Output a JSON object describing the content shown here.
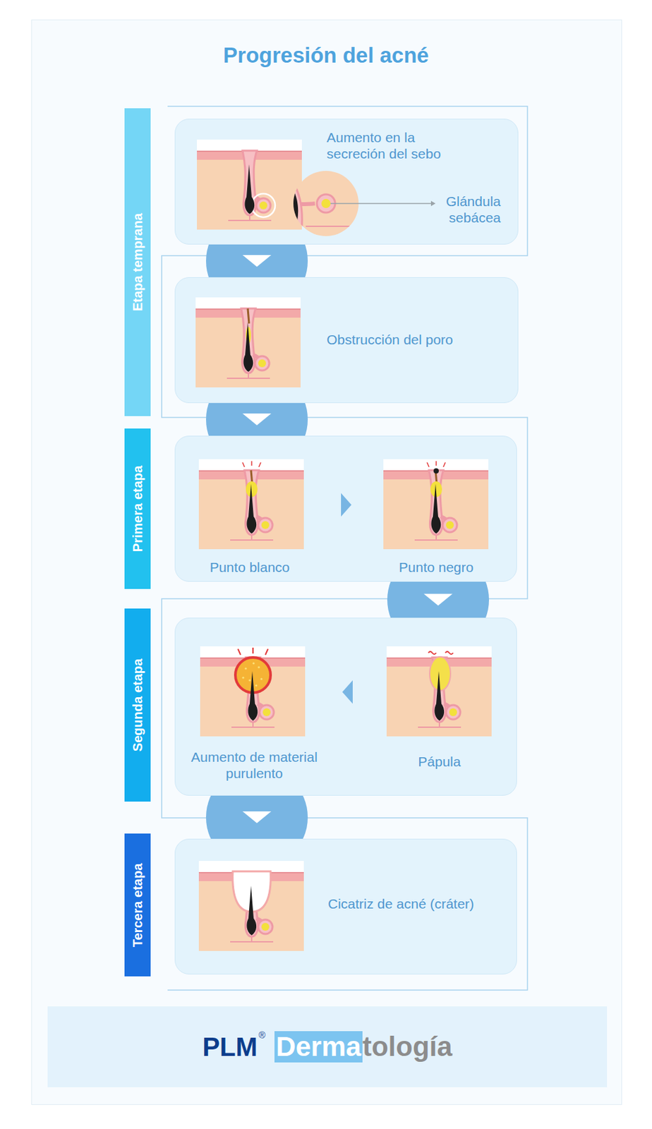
{
  "diagram": {
    "title": "Progresión del acné",
    "nodes": [
      {
        "text": [
          "Etapa temprana"
        ]
      },
      {
        "text": [
          "Aumento en la secreción del sebo",
          "Glándula sebácea"
        ]
      },
      {
        "text": [
          "Obstrucción del poro"
        ]
      },
      {
        "text": [
          "Primera etapa"
        ]
      },
      {
        "text": [
          "Punto blanco",
          "Punto negro"
        ]
      },
      {
        "text": [
          "Segunda etapa"
        ]
      },
      {
        "text": [
          "Aumento de material purulento",
          "Pápula"
        ]
      },
      {
        "text": [
          "Tercera etapa"
        ]
      },
      {
        "text": [
          "Cicatriz de acné (cráter)"
        ]
      },
      {
        "text": [
          "PLM",
          "®",
          "Derma",
          "tología"
        ]
      }
    ],
    "edges": [
      {
        "from": 1,
        "to": 2,
        "arrow": "to"
      },
      {
        "from": 2,
        "to": 4,
        "arrow": "to"
      },
      {
        "from": 4,
        "to": 6,
        "arrow": "to"
      },
      {
        "from": 6,
        "to": 8,
        "arrow": "to"
      }
    ]
  }
}
